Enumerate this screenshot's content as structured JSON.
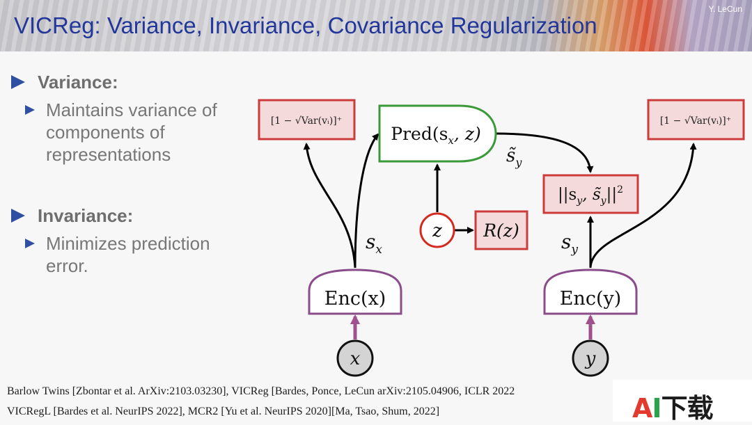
{
  "slide": {
    "title": "VICReg: Variance, Invariance, Covariance Regularization",
    "author": "Y. LeCun"
  },
  "bullets": [
    {
      "heading": "Variance:",
      "sub": [
        "Maintains variance of",
        "components of",
        "representations"
      ]
    },
    {
      "heading": "Invariance:",
      "sub": [
        "Minimizes prediction",
        "error."
      ]
    }
  ],
  "diagram": {
    "input_x": "x",
    "input_y": "y",
    "enc_x": "Enc(x)",
    "enc_y": "Enc(y)",
    "pred": "Pred(s",
    "z": "z",
    "rz": "R(z)",
    "var_loss_left": "[1 − √Var(vᵢ)]⁺",
    "var_loss_right": "[1 − √Var(vᵢ)]⁺",
    "dist": "||s",
    "sx": "s",
    "sy": "s",
    "sy_tilde": "s̃",
    "colors": {
      "encoder_border": "#8a4c8a",
      "input_arrow": "#a0508f",
      "loss_border": "#cc3b3b",
      "loss_fill": "#f4dada",
      "pred_border": "#3a9a3a",
      "z_border": "#d42a1f"
    }
  },
  "footer": {
    "line1": "Barlow Twins [Zbontar et al. ArXiv:2103.03230], VICReg [Bardes, Ponce, LeCun arXiv:2105.04906, ICLR 2022",
    "line2": "VICRegL [Bardes et al. NeurIPS 2022], MCR2 [Yu et al. NeurIPS 2020][Ma, Tsao, Shum, 2022]"
  },
  "logo": {
    "a": "A",
    "i": "I",
    "rest": "下载"
  }
}
